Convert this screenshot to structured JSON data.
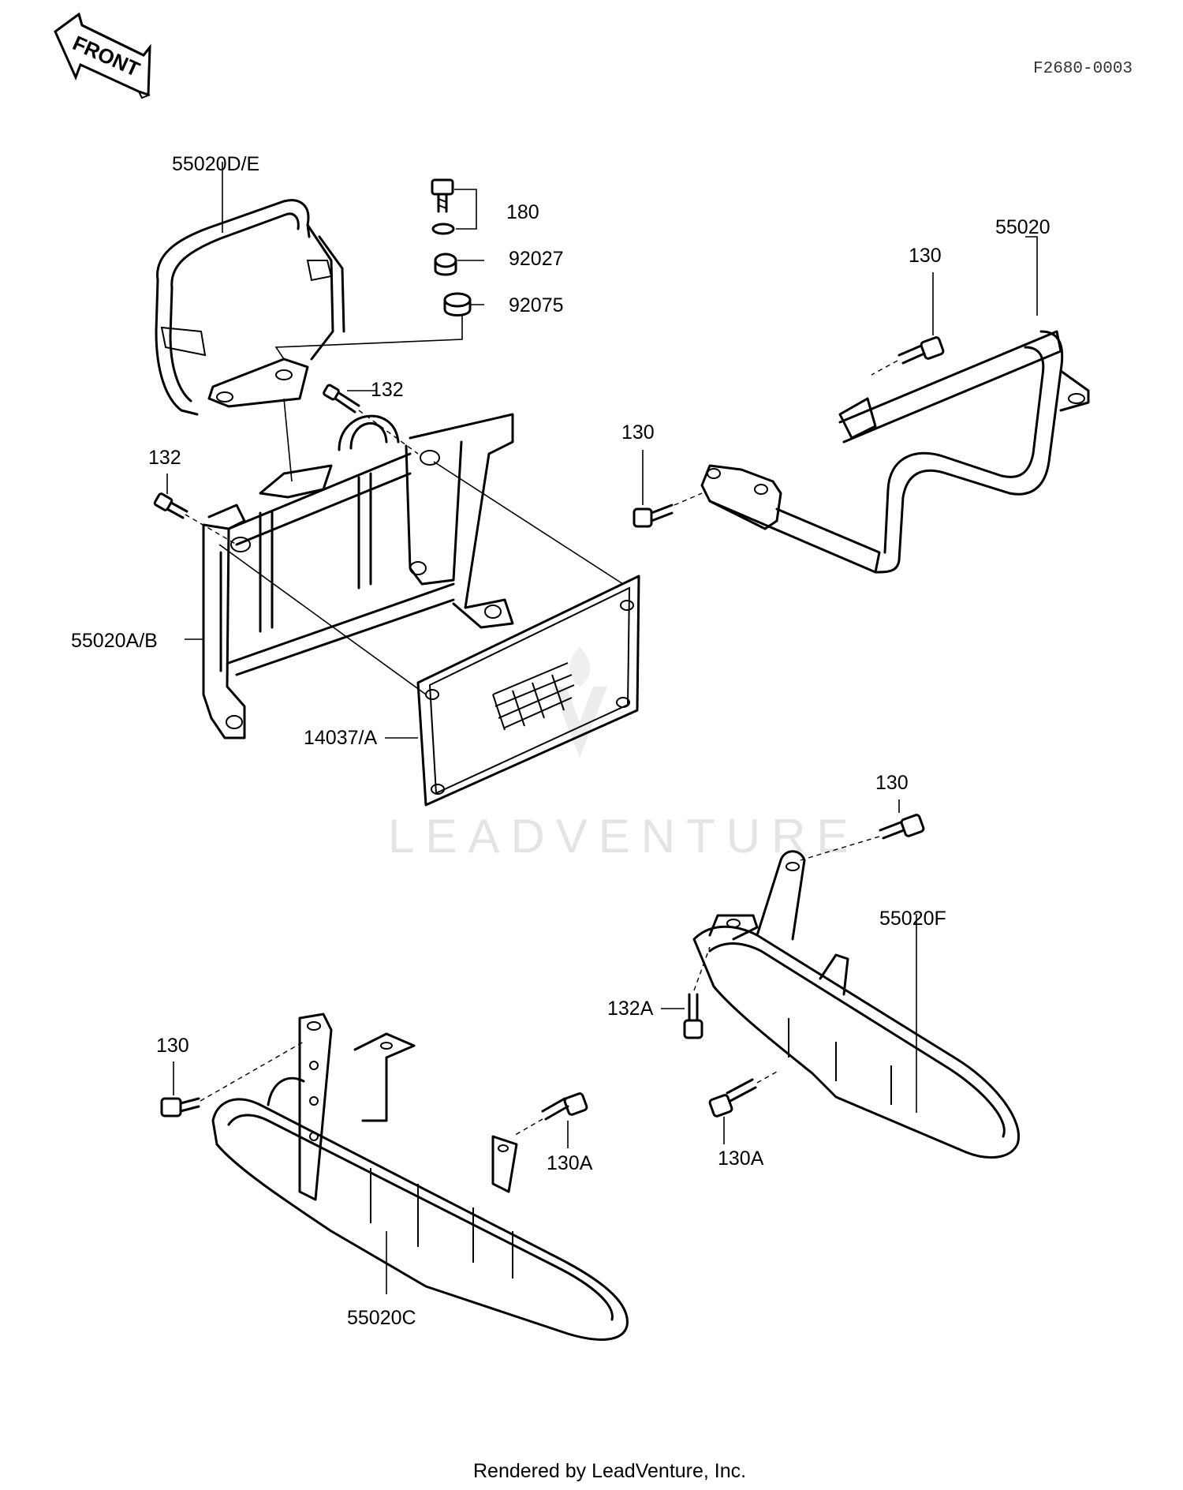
{
  "drawing_code": "F2680-0003",
  "front_arrow_label": "FRONT",
  "watermark": "LEADVENTURE",
  "footer": "Rendered by LeadVenture, Inc.",
  "callouts": {
    "p55020de": "55020D/E",
    "p180": "180",
    "p92027": "92027",
    "p92075": "92075",
    "p132_top": "132",
    "p132_left": "132",
    "p55020ab": "55020A/B",
    "p14037a": "14037/A",
    "p130_top_right": "130",
    "p55020": "55020",
    "p130_mid": "130",
    "p130_right": "130",
    "p55020f": "55020F",
    "p132a": "132A",
    "p130a_right": "130A",
    "p130_left": "130",
    "p130a_left": "130A",
    "p55020c": "55020C"
  }
}
